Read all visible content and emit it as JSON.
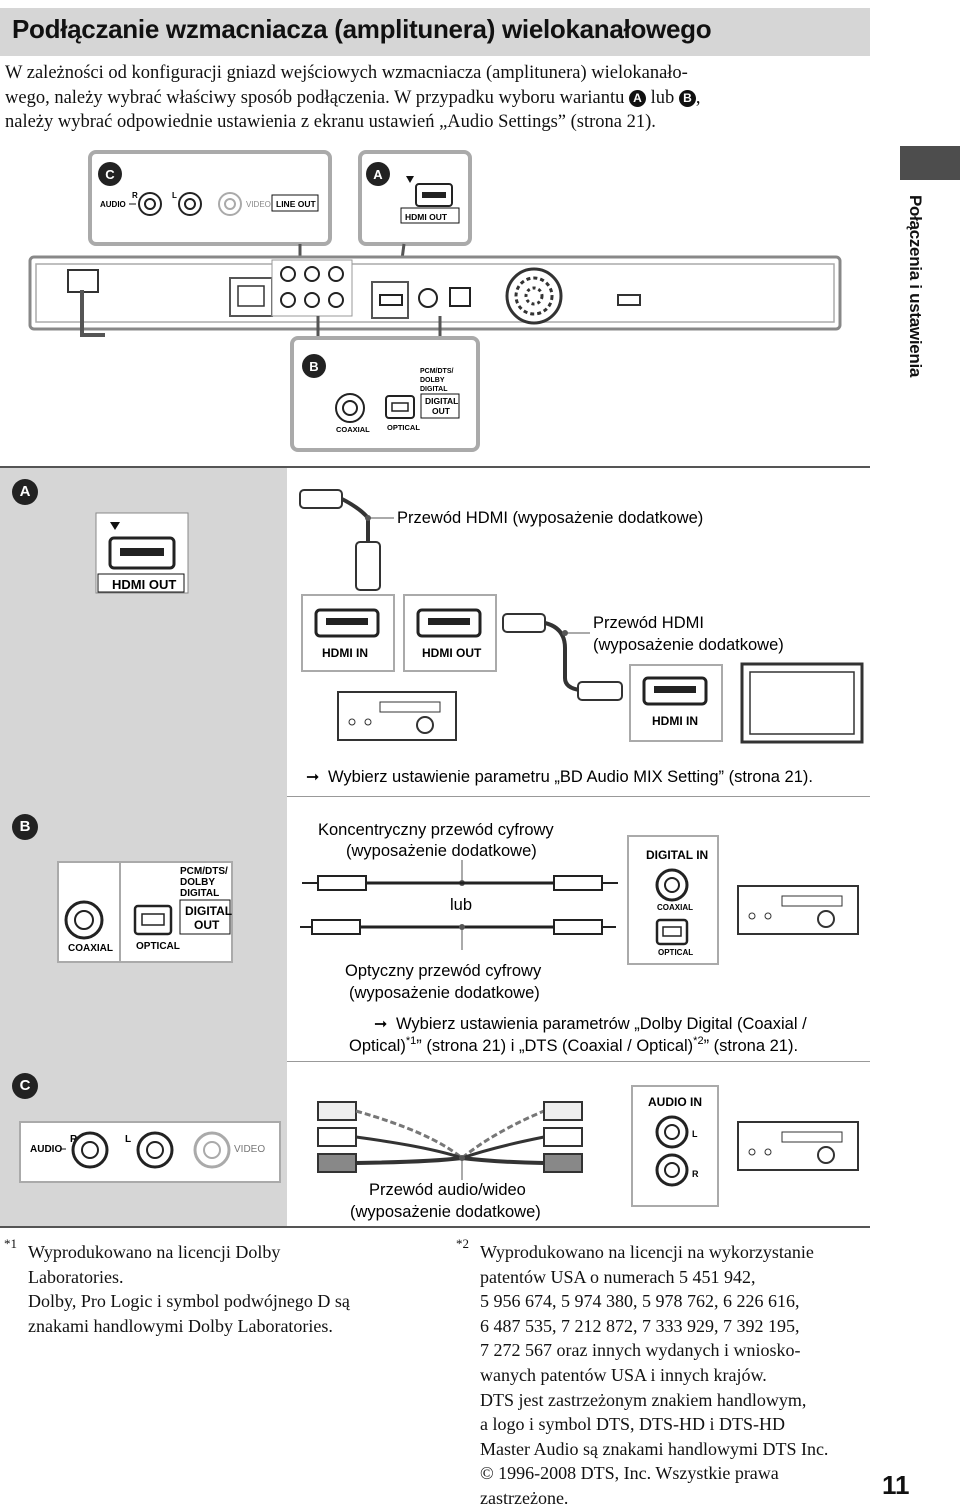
{
  "page": {
    "title": "Podłączanie wzmacniacza (amplitunera) wielokanałowego",
    "intro_line1": "W zależności od konfiguracji gniazd wejściowych wzmacniacza (amplitunera) wielokanało-",
    "intro_line2_a": "wego, należy wybrać właściwy sposób podłączenia. W przypadku wyboru wariantu ",
    "intro_line2_b": " lub ",
    "intro_line2_c": ",",
    "intro_line3": "należy wybrać odpowiednie ustawienia z ekranu ustawień „Audio Settings” (strona 21).",
    "side_label": "Połączenia i ustawienia",
    "page_number": "11"
  },
  "badges": {
    "a": "A",
    "b": "B",
    "c": "C"
  },
  "player": {
    "audio": "AUDIO",
    "r": "R",
    "l": "L",
    "video": "VIDEO",
    "line_out": "LINE OUT",
    "hdmi_out": "HDMI OUT",
    "pcm": "PCM/DTS/",
    "dolby": "DOLBY",
    "digital": "DIGITAL",
    "digital_out_1": "DIGITAL",
    "digital_out_2": "OUT",
    "coaxial": "COAXIAL",
    "optical": "OPTICAL"
  },
  "section_a": {
    "hdmi_out": "HDMI OUT",
    "cable1": "Przewód HDMI (wyposażenie dodatkowe)",
    "amp_hdmi_in": "HDMI IN",
    "amp_hdmi_out": "HDMI OUT",
    "cable2_line1": "Przewód HDMI",
    "cable2_line2": "(wyposażenie dodatkowe)",
    "tv_hdmi_in": "HDMI IN",
    "instruction": "Wybierz ustawienie parametru „BD Audio MIX Setting” (strona 21)."
  },
  "section_b": {
    "coax_line1": "Koncentryczny przewód cyfrowy",
    "coax_line2": "(wyposażenie dodatkowe)",
    "or": "lub",
    "opt_line1": "Optyczny przewód cyfrowy",
    "opt_line2": "(wyposażenie dodatkowe)",
    "digital_in": "DIGITAL IN",
    "coaxial": "COAXIAL",
    "optical": "OPTICAL",
    "instruction_line1": "Wybierz ustawienia parametrów „Dolby Digital (Coaxial /",
    "instruction_line2_a": "Optical)",
    "instruction_sup1": "*1",
    "instruction_line2_b": "” (strona 21) i „DTS (Coaxial / Optical)",
    "instruction_sup2": "*2",
    "instruction_line2_c": "” (strona 21)."
  },
  "section_c": {
    "audio_in": "AUDIO IN",
    "l": "L",
    "r": "R",
    "cable_line1": "Przewód audio/wideo",
    "cable_line2": "(wyposażenie dodatkowe)"
  },
  "footnotes": {
    "n1_mark": "*1",
    "n1_lines": [
      "Wyprodukowano na licencji Dolby",
      "Laboratories.",
      "Dolby, Pro Logic i symbol podwójnego D są",
      "znakami handlowymi Dolby Laboratories."
    ],
    "n2_mark": "*2",
    "n2_lines": [
      "Wyprodukowano na licencji na wykorzystanie",
      "patentów USA o numerach 5 451 942,",
      "5 956 674, 5 974 380, 5 978 762, 6 226 616,",
      "6 487 535, 7 212 872, 7 333 929, 7 392 195,",
      "7 272 567 oraz innych wydanych i wniosko-",
      "wanych patentów USA i innych krajów.",
      "DTS jest zastrzeżonym znakiem handlowym,",
      "a logo i symbol DTS, DTS-HD i DTS-HD",
      "Master Audio są znakami handlowymi DTS Inc.",
      "© 1996-2008 DTS, Inc. Wszystkie prawa",
      "zastrzeżone."
    ]
  },
  "colors": {
    "grey_band": "#d6d6d6",
    "side_tab": "#4d4d4d"
  }
}
